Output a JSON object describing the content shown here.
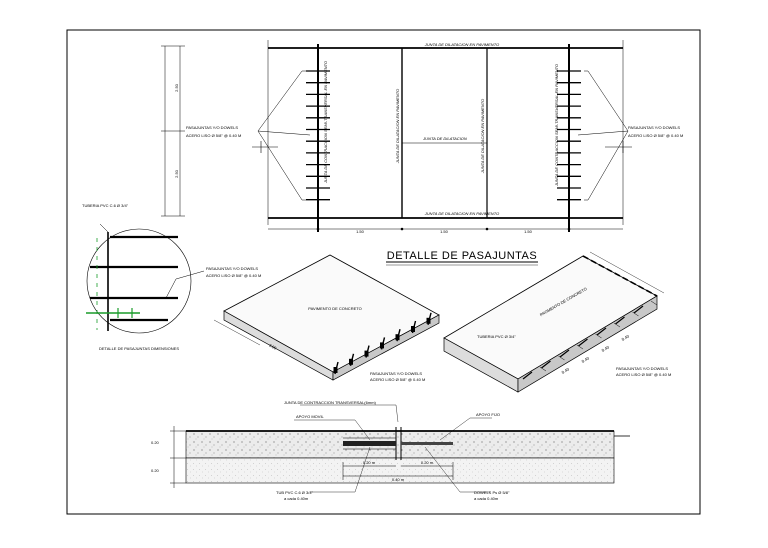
{
  "title": "DETALLE DE PASAJUNTAS",
  "plan": {
    "top_joint": "JUNTA DE DILATACION EN PAVIMENTO",
    "bottom_joint": "JUNTA DE DILATACION EN PAVIMENTO",
    "mid_joint": "JUNTA DE DILATACION",
    "vert_left": "JUNTA DE CONTRACCION SEMI-TRANSVERSAL EN PAVIMENTO",
    "vert_center_left": "JUNTA DE DILATACION EN PAVIMENTO",
    "vert_center_right": "JUNTA DE DILATACION EN PAVIMENTO",
    "vert_right": "JUNTA DE CONTRACCION SEMI-TRANSVERSAL EN PAVIMENTO",
    "left_note_1": "PASAJUNTAS Y/O DOWELS",
    "left_note_2": "ACERO LISO Ø 5/8\" @ 0.40 M",
    "right_note_1": "PASAJUNTAS Y/O DOWELS",
    "right_note_2": "ACERO LISO Ø 5/8\" @ 0.40 M",
    "dim_1": "1.50",
    "dim_2": "1.50",
    "dim_3": "1.50",
    "vdim_1": "2.50",
    "vdim_2": "2.50"
  },
  "detail": {
    "tube_note": "TUBERIA PVC C.6 Ø 3/4\"",
    "dowel_note_1": "PASAJUNTAS Y/O DOWELS",
    "dowel_note_2": "ACERO LISO Ø 5/8\" @ 0.40 M",
    "caption": "DETALLE DE PASAJUNTAS DIMENSIONES"
  },
  "iso_left": {
    "label": "PAVIMENTO DE CONCRETO",
    "note_1": "PASAJUNTAS Y/O DOWELS",
    "note_2": "ACERO LISO Ø 5/8\" @ 0.40 M",
    "dim": "3.00"
  },
  "iso_right": {
    "label": "PAVIMENTO DE CONCRETO",
    "tube_note": "TUBERIA PVC Ø 3/4\"",
    "note_1": "PASAJUNTAS Y/O DOWELS",
    "note_2": "ACERO LISO Ø 5/8\" @ 0.40 M",
    "dims": [
      "0.40",
      "0.40",
      "0.40",
      "0.40"
    ]
  },
  "section": {
    "joint_note": "JUNTA DE CONTRACCION TRANSVERSAL(6mm)",
    "left_support": "APOYO MOVIL",
    "right_support": "APOYO FIJO",
    "thk_top": "0.20",
    "thk_bottom": "0.20",
    "dim_left": "0.20 m",
    "dim_right": "0.20 m",
    "dim_total": "0.40 m",
    "tube_note_1": "TUB PVC C.6 Ø 3/4\"",
    "tube_note_2": "a cada 0.40m",
    "dowel_note_1": "DOWELS Ps Ø 5/8\"",
    "dowel_note_2": "a cada 0.40m"
  }
}
